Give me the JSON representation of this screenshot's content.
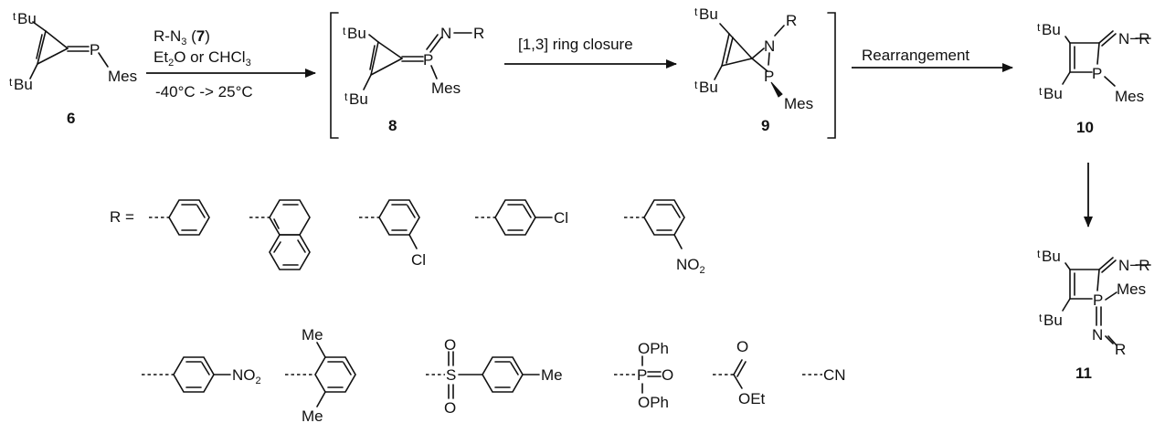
{
  "labels": {
    "tbu": "Bu",
    "t": "t",
    "p": "P",
    "n": "N",
    "r": "R",
    "mes": "Mes",
    "nr": "N−R",
    "r_eq": "R =",
    "cl": "Cl",
    "no2": "NO",
    "two": "2",
    "me": "Me",
    "s": "S",
    "o": "O",
    "opH": "OPh",
    "oet": "OEt",
    "cn": "CN"
  },
  "compounds": {
    "c6": "6",
    "c8": "8",
    "c9": "9",
    "c10": "10",
    "c11": "11"
  },
  "arrows": {
    "reagent_line1": "R-N",
    "reagent_sub": "3",
    "reagent_num": "7",
    "solvent": "Et",
    "solvent_sub": "2",
    "solvent_rest": "O or CHCl",
    "solvent_sub2": "3",
    "temperature": "-40°C -> 25°C",
    "ring_closure": "[1,3] ring closure",
    "rearrangement": "Rearrangement"
  }
}
